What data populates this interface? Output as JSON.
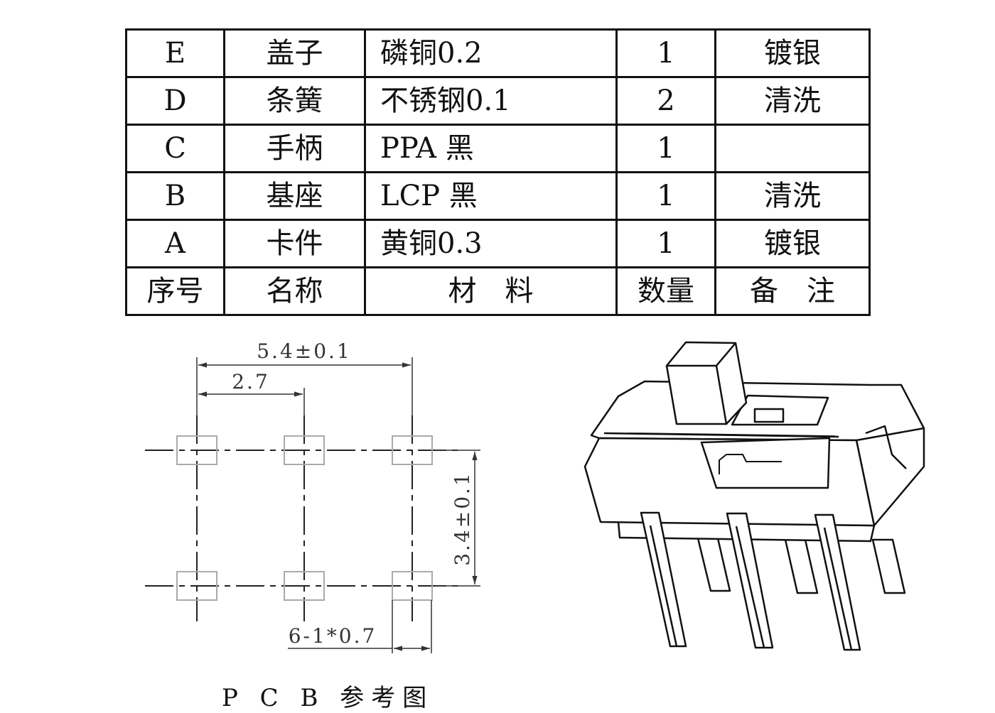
{
  "bom_table": {
    "rows": [
      {
        "no": "E",
        "name": "盖子",
        "material": "磷铜0.2",
        "qty": "1",
        "remark": "镀银"
      },
      {
        "no": "D",
        "name": "条簧",
        "material": "不锈钢0.1",
        "qty": "2",
        "remark": "清洗"
      },
      {
        "no": "C",
        "name": "手柄",
        "material": "PPA 黑",
        "qty": "1",
        "remark": ""
      },
      {
        "no": "B",
        "name": "基座",
        "material": "LCP 黑",
        "qty": "1",
        "remark": "清洗"
      },
      {
        "no": "A",
        "name": "卡件",
        "material": "黄铜0.3",
        "qty": "1",
        "remark": "镀银"
      }
    ],
    "header": {
      "no": "序号",
      "name": "名称",
      "material": "材　料",
      "qty": "数量",
      "remark": "备　注"
    }
  },
  "pcb": {
    "dim_width": "5.4±0.1",
    "dim_pitch": "2.7",
    "dim_height": "3.4±0.1",
    "dim_hole": "6-1*0.7",
    "caption": "P C B 参考图"
  }
}
